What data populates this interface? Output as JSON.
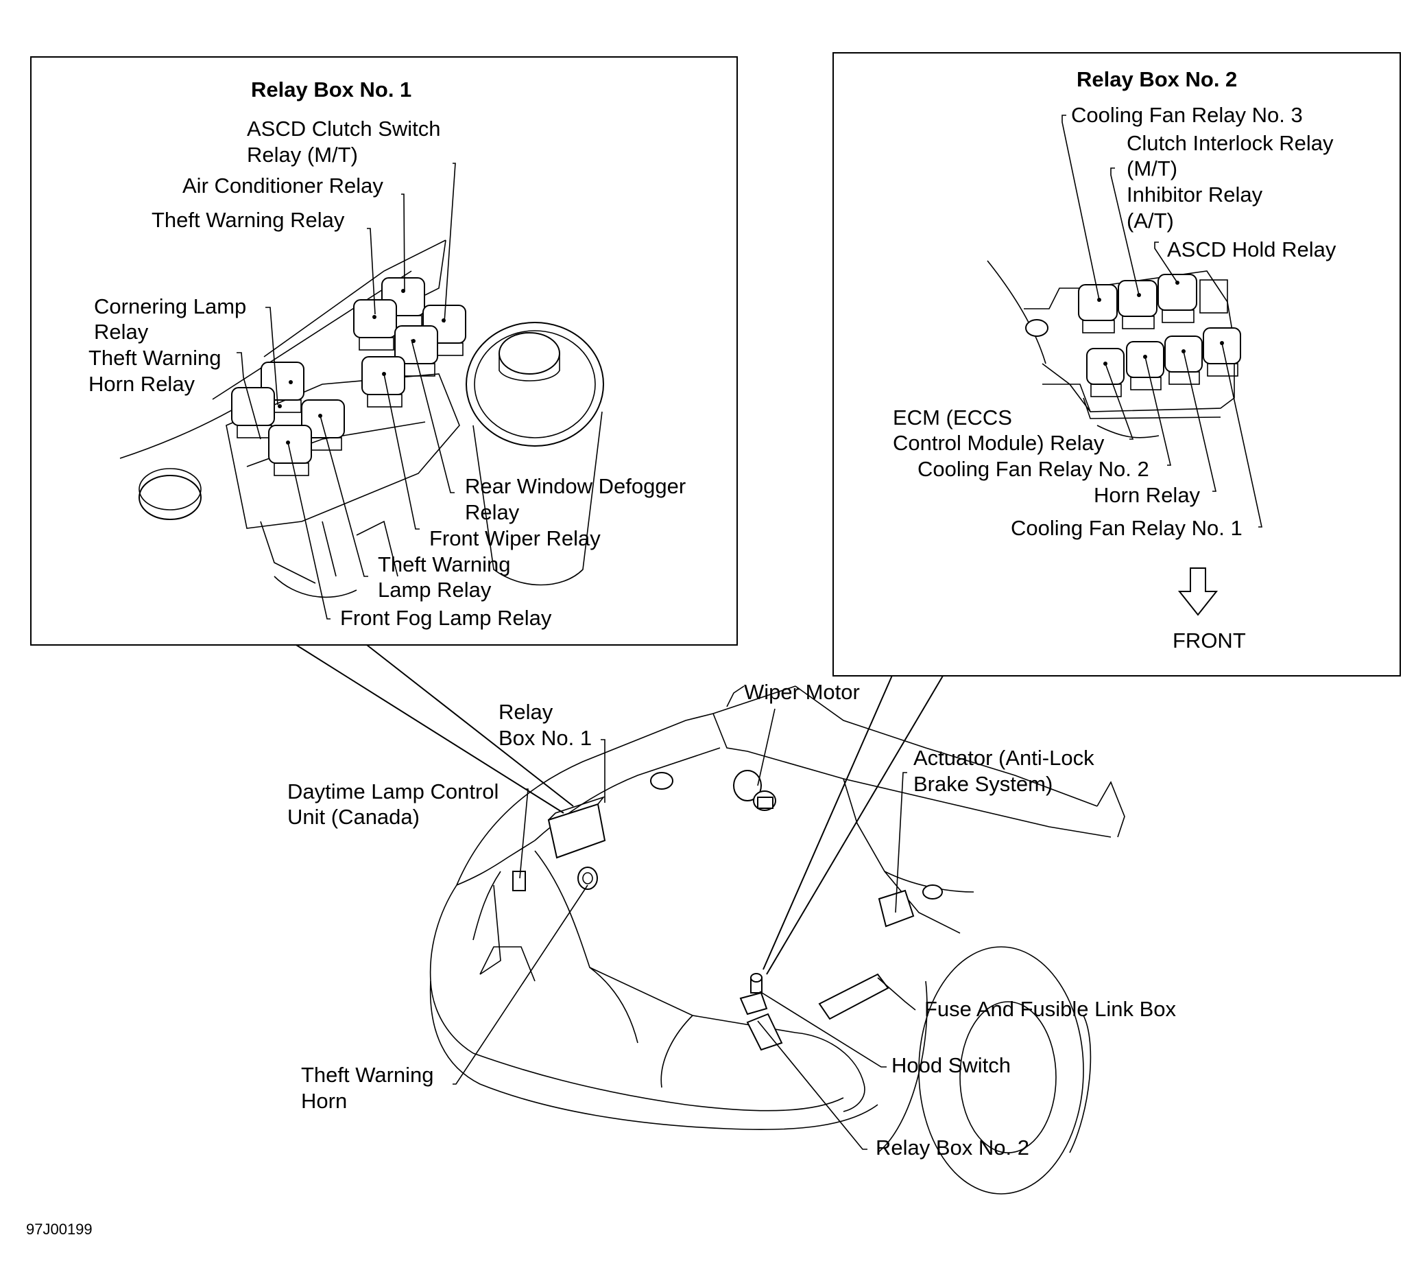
{
  "relay_box_1": {
    "title": "Relay Box No. 1",
    "labels": {
      "ascd_clutch_1": "ASCD Clutch Switch",
      "ascd_clutch_2": "Relay (M/T)",
      "air_conditioner": "Air Conditioner Relay",
      "theft_warning_relay": "Theft Warning Relay",
      "cornering_1": "Cornering Lamp",
      "cornering_2": "Relay",
      "theft_horn_1": "Theft Warning",
      "theft_horn_2": "Horn Relay",
      "rear_defogger_1": "Rear Window Defogger",
      "rear_defogger_2": "Relay",
      "front_wiper": "Front Wiper Relay",
      "theft_lamp_1": "Theft Warning",
      "theft_lamp_2": "Lamp Relay",
      "front_fog": "Front Fog Lamp Relay"
    }
  },
  "relay_box_2": {
    "title": "Relay Box No. 2",
    "labels": {
      "cooling_fan_3": "Cooling Fan Relay No. 3",
      "clutch_interlock_1": "Clutch Interlock Relay",
      "clutch_interlock_2": "(M/T)",
      "inhibitor_1": "Inhibitor Relay",
      "inhibitor_2": "(A/T)",
      "ascd_hold": "ASCD Hold Relay",
      "ecm_1": "ECM (ECCS",
      "ecm_2": "Control Module) Relay",
      "cooling_fan_2": "Cooling Fan Relay No. 2",
      "horn": "Horn Relay",
      "cooling_fan_1": "Cooling Fan Relay No. 1",
      "front": "FRONT"
    }
  },
  "vehicle": {
    "labels": {
      "wiper_motor": "Wiper Motor",
      "relay_box_1_a": "Relay",
      "relay_box_1_b": "Box No. 1",
      "daytime_1": "Daytime Lamp Control",
      "daytime_2": "Unit (Canada)",
      "actuator_1": "Actuator (Anti-Lock",
      "actuator_2": "Brake System)",
      "fuse_box": "Fuse And Fusible Link Box",
      "hood_switch": "Hood Switch",
      "relay_box_2": "Relay Box No. 2",
      "theft_horn_1": "Theft Warning",
      "theft_horn_2": "Horn"
    }
  },
  "figure_code": "97J00199",
  "icons": {
    "front_arrow": "down-arrow-icon"
  }
}
